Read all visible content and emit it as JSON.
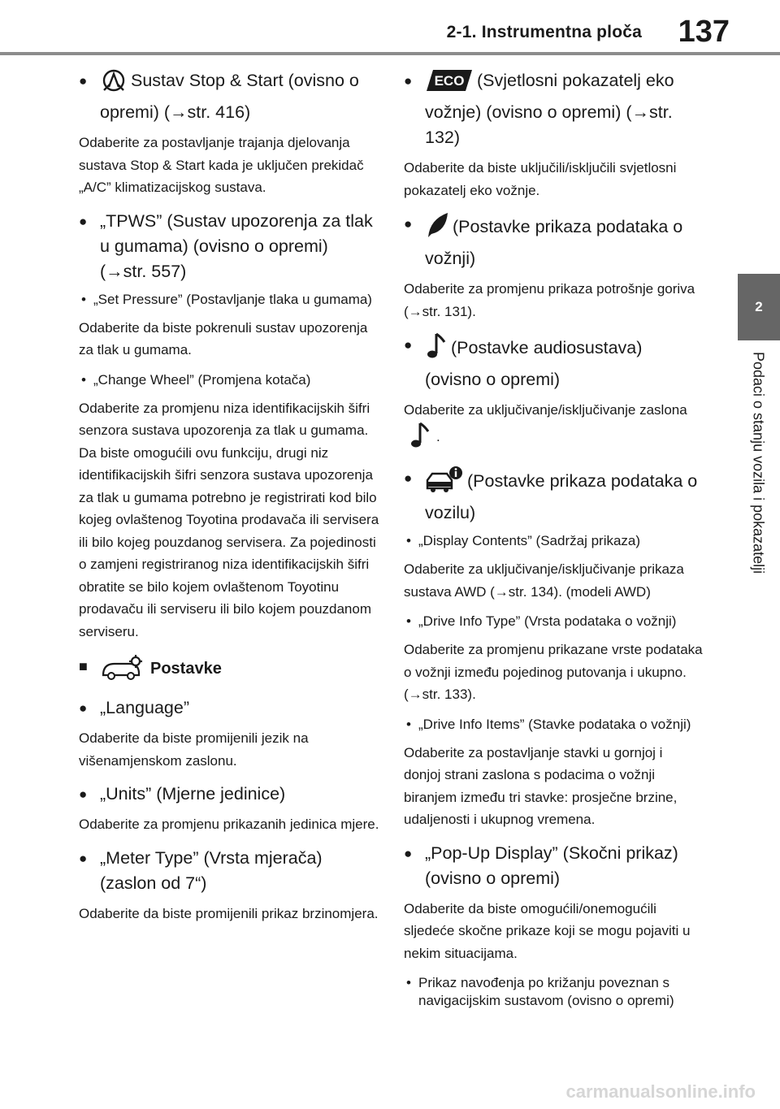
{
  "header": {
    "section": "2-1. Instrumentna ploča",
    "page_number": "137"
  },
  "chapter_tab": "2",
  "side_label": "Podaci o stanju vozila i pokazatelji",
  "left": {
    "stop_start": {
      "title": "Sustav Stop & Start (ovisno o opremi) (→str. 416)",
      "text": "Odaberite za postavljanje trajanja djelovanja sustava Stop & Start kada je uključen prekidač „A/C” klimatizacijskog sustava."
    },
    "tpws": {
      "title": "„TPWS” (Sustav upozorenja za tlak u gumama) (ovisno o opremi) (→str. 557)",
      "sub1": "„Set Pressure” (Postavljanje tlaka u gumama)",
      "text1": "Odaberite da biste pokrenuli sustav upozorenja za tlak u gumama.",
      "sub2": "„Change Wheel” (Promjena kotača)",
      "text2": "Odaberite za promjenu niza identifikacijskih šifri senzora sustava upozorenja za tlak u gumama. Da biste omogućili ovu funkciju, drugi niz identifikacijskih šifri senzora sustava upozorenja za tlak u gumama potrebno je registrirati kod bilo kojeg ovlaštenog Toyotina prodavača ili servisera ili bilo kojeg pouzdanog servisera. Za pojedinosti o zamjeni registriranog niza identifikacijskih šifri obratite se bilo kojem ovlaštenom Toyotinu prodavaču ili serviseru ili bilo kojem pouzdanom serviseru."
    },
    "settings_heading": "Postavke",
    "language": {
      "title": "„Language”",
      "text": "Odaberite da biste promijenili jezik na višenamjenskom zaslonu."
    },
    "units": {
      "title": "„Units” (Mjerne jedinice)",
      "text": "Odaberite za promjenu prikazanih jedinica mjere."
    },
    "meter_type": {
      "title": "„Meter Type” (Vrsta mjerača) (zaslon od 7“)",
      "text": "Odaberite da biste promijenili prikaz brzinomjera."
    }
  },
  "right": {
    "eco": {
      "icon_text": "ECO",
      "title": "(Svjetlosni pokazatelj eko vožnje) (ovisno o opremi) (→str. 132)",
      "text": "Odaberite da biste uključili/isključili svjetlosni pokazatelj eko vožnje."
    },
    "drive_info": {
      "title": "(Postavke prikaza podataka o vožnji)",
      "text": "Odaberite za promjenu prikaza potrošnje goriva (→str. 131)."
    },
    "audio": {
      "title": "(Postavke audiosustava) (ovisno o opremi)",
      "text_before": "Odaberite za uključivanje/isključivanje zaslona",
      "text_after": "."
    },
    "vehicle_info": {
      "title": "(Postavke prikaza podataka o vozilu)",
      "sub1": "„Display Contents” (Sadržaj prikaza)",
      "text1": "Odaberite za uključivanje/isključivanje prikaza sustava AWD (→str. 134). (modeli AWD)",
      "sub2": "„Drive Info Type” (Vrsta podataka o vožnji)",
      "text2": "Odaberite za promjenu prikazane vrste podataka o vožnji između pojedinog putovanja i ukupno. (→str. 133).",
      "sub3": "„Drive Info Items” (Stavke podataka o vožnji)",
      "text3": "Odaberite za postavljanje stavki u gornjoj i donjoj strani zaslona s podacima o vožnji biranjem između tri stavke: prosječne brzine, udaljenosti i ukupnog vremena."
    },
    "popup": {
      "title": "„Pop-Up Display” (Skočni prikaz) (ovisno o opremi)",
      "text": "Odaberite da biste omogućili/onemogućili sljedeće skočne prikaze koji se mogu pojaviti u nekim situacijama.",
      "sub1": "Prikaz navođenja po križanju poveznan s navigacijskim sustavom (ovisno o opremi)"
    }
  },
  "watermark": "carmanualsonline.info"
}
